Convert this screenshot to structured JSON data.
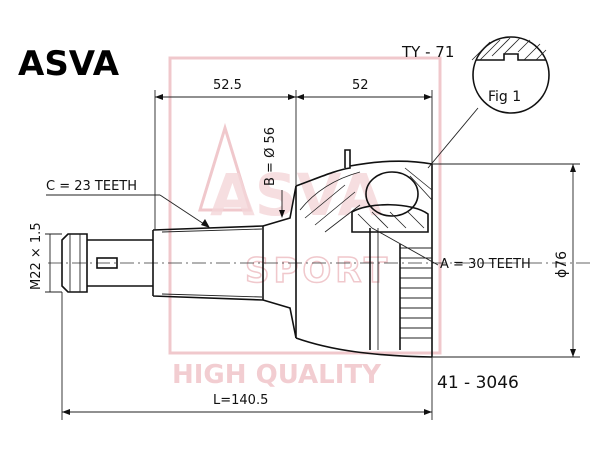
{
  "brand": "ASVA",
  "model_code": "TY - 71",
  "fig_label": "Fig 1",
  "part_number": "41 - 3046",
  "watermark": {
    "logo_text": "ASVA",
    "sport_text": "SPORT",
    "tagline": "HIGH QUALITY"
  },
  "dimensions": {
    "dim_left": "52.5",
    "dim_right": "52",
    "diameter_b": "B = Ø 56",
    "total_length": "L=140.5",
    "thread": "M22 × 1.5",
    "diameter_outer": "ϕ76",
    "teeth_c": "C = 23 TEETH",
    "teeth_a": "A = 30 TEETH"
  },
  "colors": {
    "line": "#111111",
    "watermark": "#f0c8cc",
    "background": "#ffffff"
  }
}
